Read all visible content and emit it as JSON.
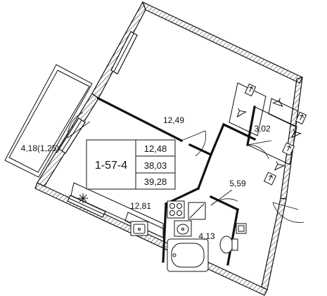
{
  "apartment": {
    "code": "1-57-4",
    "areas": [
      "12,48",
      "38,03",
      "39,28"
    ]
  },
  "rooms": {
    "bedroom": "12,49",
    "kitchen_living": "12,81",
    "hallway": "5,59",
    "closet": "3,02",
    "bathroom": "4,13",
    "balcony": "4,18(1,25)"
  },
  "icons": [
    "hanger-icon",
    "stove-icon",
    "sink-icon",
    "bathtub-icon",
    "toilet-icon",
    "kitchen-sink-icon",
    "water-heater-icon"
  ]
}
